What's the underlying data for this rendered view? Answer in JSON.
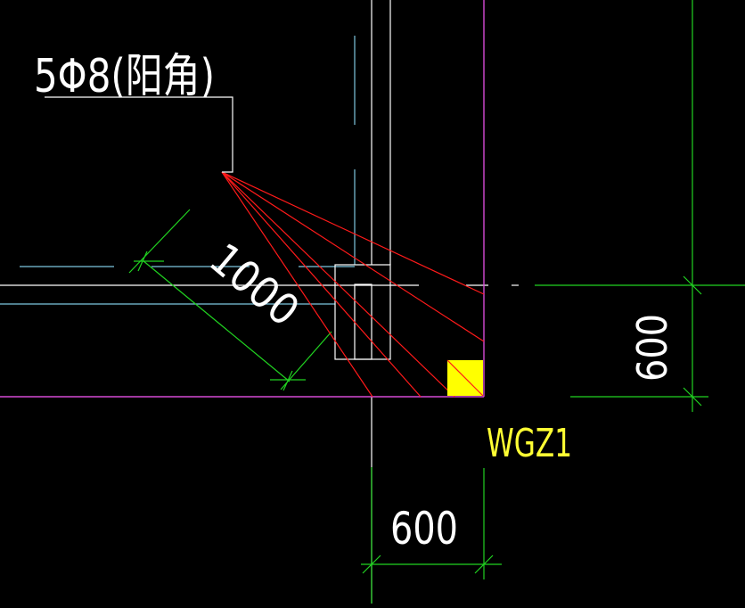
{
  "colors": {
    "background": "#000000",
    "leader": "#ffffff",
    "dimension": "#21d321",
    "centerline": "#7ec6e0",
    "wall": "#d64bd6",
    "rebar_fan": "#ff1a1a",
    "column_fill": "#ffff00",
    "column_label": "#ffff33",
    "text": "#ffffff"
  },
  "annotation": {
    "rebar_callout": "5Φ8(阳角)"
  },
  "column": {
    "label": "WGZ1"
  },
  "dimensions": {
    "diagonal": "1000",
    "vertical_right": "600",
    "horizontal_bottom": "600"
  }
}
